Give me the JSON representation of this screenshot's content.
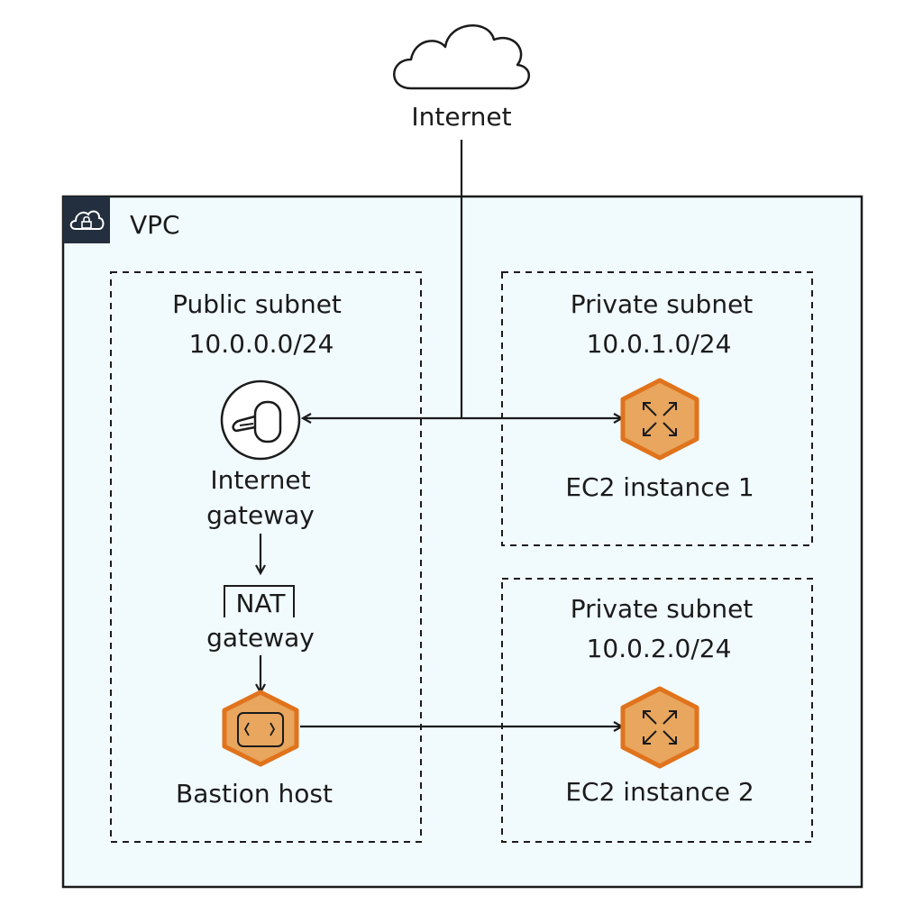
{
  "internet": {
    "label": "Internet",
    "icon": "cloud-icon"
  },
  "vpc": {
    "label": "VPC",
    "icon": "vpc-cloud-lock-icon",
    "background": "#f1fafd"
  },
  "public_subnet": {
    "name": "Public subnet",
    "cidr": "10.0.0.0/24"
  },
  "private_subnet_1": {
    "name": "Private subnet",
    "cidr": "10.0.1.0/24"
  },
  "private_subnet_2": {
    "name": "Private subnet",
    "cidr": "10.0.2.0/24"
  },
  "internet_gateway": {
    "line1": "Internet",
    "line2": "gateway",
    "icon": "internet-gateway-icon"
  },
  "nat_gateway": {
    "line1": "NAT",
    "line2": "gateway"
  },
  "bastion_host": {
    "label": "Bastion host",
    "icon": "bastion-host-icon"
  },
  "ec2_1": {
    "label": "EC2 instance 1",
    "icon": "ec2-instance-icon"
  },
  "ec2_2": {
    "label": "EC2 instance 2",
    "icon": "ec2-instance-icon"
  },
  "colors": {
    "ec2_orange": "#e8a65e",
    "ec2_border": "#e0731c",
    "line": "#1b1b1b"
  }
}
